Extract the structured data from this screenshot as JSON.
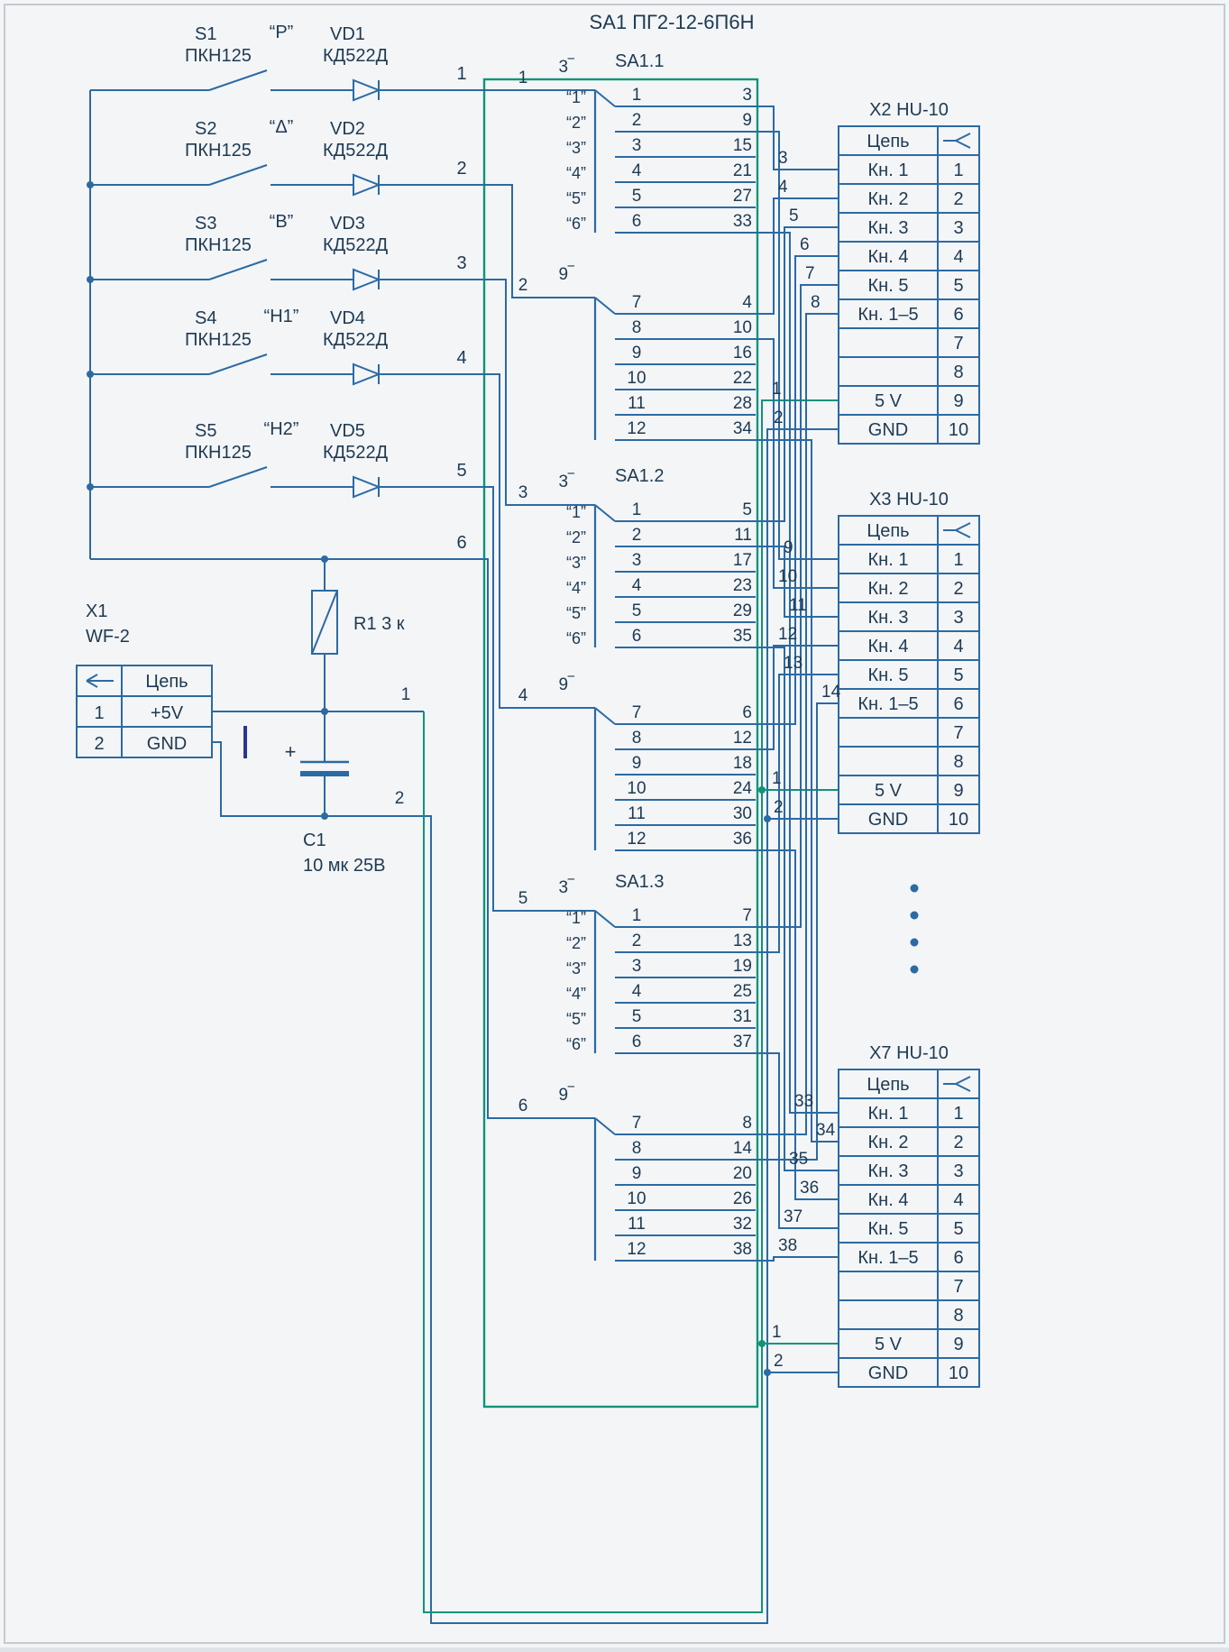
{
  "title": "SA1 ПГ2-12-6П6Н",
  "colors": {
    "wire": "#2b6aa3",
    "teal": "#0f9479",
    "text": "#1d3a52",
    "tick": "#283593",
    "frame": "#c5c9d1"
  },
  "switches": [
    {
      "ref": "S1",
      "part": "ПКН125",
      "mode": "“Р”",
      "diode_ref": "VD1",
      "diode_part": "КД522Д",
      "pin": "1"
    },
    {
      "ref": "S2",
      "part": "ПКН125",
      "mode": "“Δ”",
      "diode_ref": "VD2",
      "diode_part": "КД522Д",
      "pin": "2"
    },
    {
      "ref": "S3",
      "part": "ПКН125",
      "mode": "“В”",
      "diode_ref": "VD3",
      "diode_part": "КД522Д",
      "pin": "3"
    },
    {
      "ref": "S4",
      "part": "ПКН125",
      "mode": "“Н1”",
      "diode_ref": "VD4",
      "diode_part": "КД522Д",
      "pin": "4"
    },
    {
      "ref": "S5",
      "part": "ПКН125",
      "mode": "“Н2”",
      "diode_ref": "VD5",
      "diode_part": "КД522Д",
      "pin": "5"
    }
  ],
  "common_pin": "6",
  "resistor": {
    "label": "R1 3 к"
  },
  "capacitor": {
    "ref": "C1",
    "value": "10 мк 25В",
    "plus": "+"
  },
  "x1": {
    "ref": "X1",
    "part": "WF-2",
    "header": "Цепь",
    "rows": [
      {
        "pin": "1",
        "circuit": "+5V"
      },
      {
        "pin": "2",
        "circuit": "GND"
      }
    ]
  },
  "power_wires": {
    "v5": "1",
    "gnd": "2"
  },
  "sections": [
    {
      "name": "SA1.1",
      "decks": [
        {
          "pin": "1",
          "common": "3‾",
          "quotes": [
            "“1”",
            "“2”",
            "“3”",
            "“4”",
            "“5”",
            "“6”"
          ],
          "positions": [
            "1",
            "2",
            "3",
            "4",
            "5",
            "6"
          ],
          "outputs": [
            "3",
            "9",
            "15",
            "21",
            "27",
            "33"
          ]
        },
        {
          "pin": "2",
          "common": "9‾",
          "positions": [
            "7",
            "8",
            "9",
            "10",
            "11",
            "12"
          ],
          "outputs": [
            "4",
            "10",
            "16",
            "22",
            "28",
            "34"
          ]
        }
      ]
    },
    {
      "name": "SA1.2",
      "decks": [
        {
          "pin": "3",
          "common": "3‾",
          "quotes": [
            "“1”",
            "“2”",
            "“3”",
            "“4”",
            "“5”",
            "“6”"
          ],
          "positions": [
            "1",
            "2",
            "3",
            "4",
            "5",
            "6"
          ],
          "outputs": [
            "5",
            "11",
            "17",
            "23",
            "29",
            "35"
          ]
        },
        {
          "pin": "4",
          "common": "9‾",
          "positions": [
            "7",
            "8",
            "9",
            "10",
            "11",
            "12"
          ],
          "outputs": [
            "6",
            "12",
            "18",
            "24",
            "30",
            "36"
          ]
        }
      ]
    },
    {
      "name": "SA1.3",
      "decks": [
        {
          "pin": "5",
          "common": "3‾",
          "quotes": [
            "“1”",
            "“2”",
            "“3”",
            "“4”",
            "“5”",
            "“6”"
          ],
          "positions": [
            "1",
            "2",
            "3",
            "4",
            "5",
            "6"
          ],
          "outputs": [
            "7",
            "13",
            "19",
            "25",
            "31",
            "37"
          ]
        },
        {
          "pin": "6",
          "common": "9‾",
          "positions": [
            "7",
            "8",
            "9",
            "10",
            "11",
            "12"
          ],
          "outputs": [
            "8",
            "14",
            "20",
            "26",
            "32",
            "38"
          ]
        }
      ]
    }
  ],
  "connectors": [
    {
      "ref": "X2 HU-10",
      "header": "Цепь",
      "rows": [
        {
          "circuit": "Кн. 1",
          "pin": "1",
          "wire": "3"
        },
        {
          "circuit": "Кн. 2",
          "pin": "2",
          "wire": "4"
        },
        {
          "circuit": "Кн. 3",
          "pin": "3",
          "wire": "5"
        },
        {
          "circuit": "Кн. 4",
          "pin": "4",
          "wire": "6"
        },
        {
          "circuit": "Кн. 5",
          "pin": "5",
          "wire": "7"
        },
        {
          "circuit": "Кн. 1–5",
          "pin": "6",
          "wire": "8"
        },
        {
          "circuit": "",
          "pin": "7"
        },
        {
          "circuit": "",
          "pin": "8"
        },
        {
          "circuit": "5 V",
          "pin": "9",
          "wire": "1"
        },
        {
          "circuit": "GND",
          "pin": "10",
          "wire": "2"
        }
      ]
    },
    {
      "ref": "X3 HU-10",
      "header": "Цепь",
      "rows": [
        {
          "circuit": "Кн. 1",
          "pin": "1",
          "wire": "9"
        },
        {
          "circuit": "Кн. 2",
          "pin": "2",
          "wire": "10"
        },
        {
          "circuit": "Кн. 3",
          "pin": "3",
          "wire": "11"
        },
        {
          "circuit": "Кн. 4",
          "pin": "4",
          "wire": "12"
        },
        {
          "circuit": "Кн. 5",
          "pin": "5",
          "wire": "13"
        },
        {
          "circuit": "Кн. 1–5",
          "pin": "6",
          "wire": "14"
        },
        {
          "circuit": "",
          "pin": "7"
        },
        {
          "circuit": "",
          "pin": "8"
        },
        {
          "circuit": "5 V",
          "pin": "9",
          "wire": "1"
        },
        {
          "circuit": "GND",
          "pin": "10",
          "wire": "2"
        }
      ]
    },
    {
      "ref": "X7 HU-10",
      "header": "Цепь",
      "rows": [
        {
          "circuit": "Кн. 1",
          "pin": "1",
          "wire": "33"
        },
        {
          "circuit": "Кн. 2",
          "pin": "2",
          "wire": "34"
        },
        {
          "circuit": "Кн. 3",
          "pin": "3",
          "wire": "35"
        },
        {
          "circuit": "Кн. 4",
          "pin": "4",
          "wire": "36"
        },
        {
          "circuit": "Кн. 5",
          "pin": "5",
          "wire": "37"
        },
        {
          "circuit": "Кн. 1–5",
          "pin": "6",
          "wire": "38"
        },
        {
          "circuit": "",
          "pin": "7"
        },
        {
          "circuit": "",
          "pin": "8"
        },
        {
          "circuit": "5 V",
          "pin": "9",
          "wire": "1"
        },
        {
          "circuit": "GND",
          "pin": "10",
          "wire": "2"
        }
      ]
    }
  ],
  "ellipsis_dots": 4
}
